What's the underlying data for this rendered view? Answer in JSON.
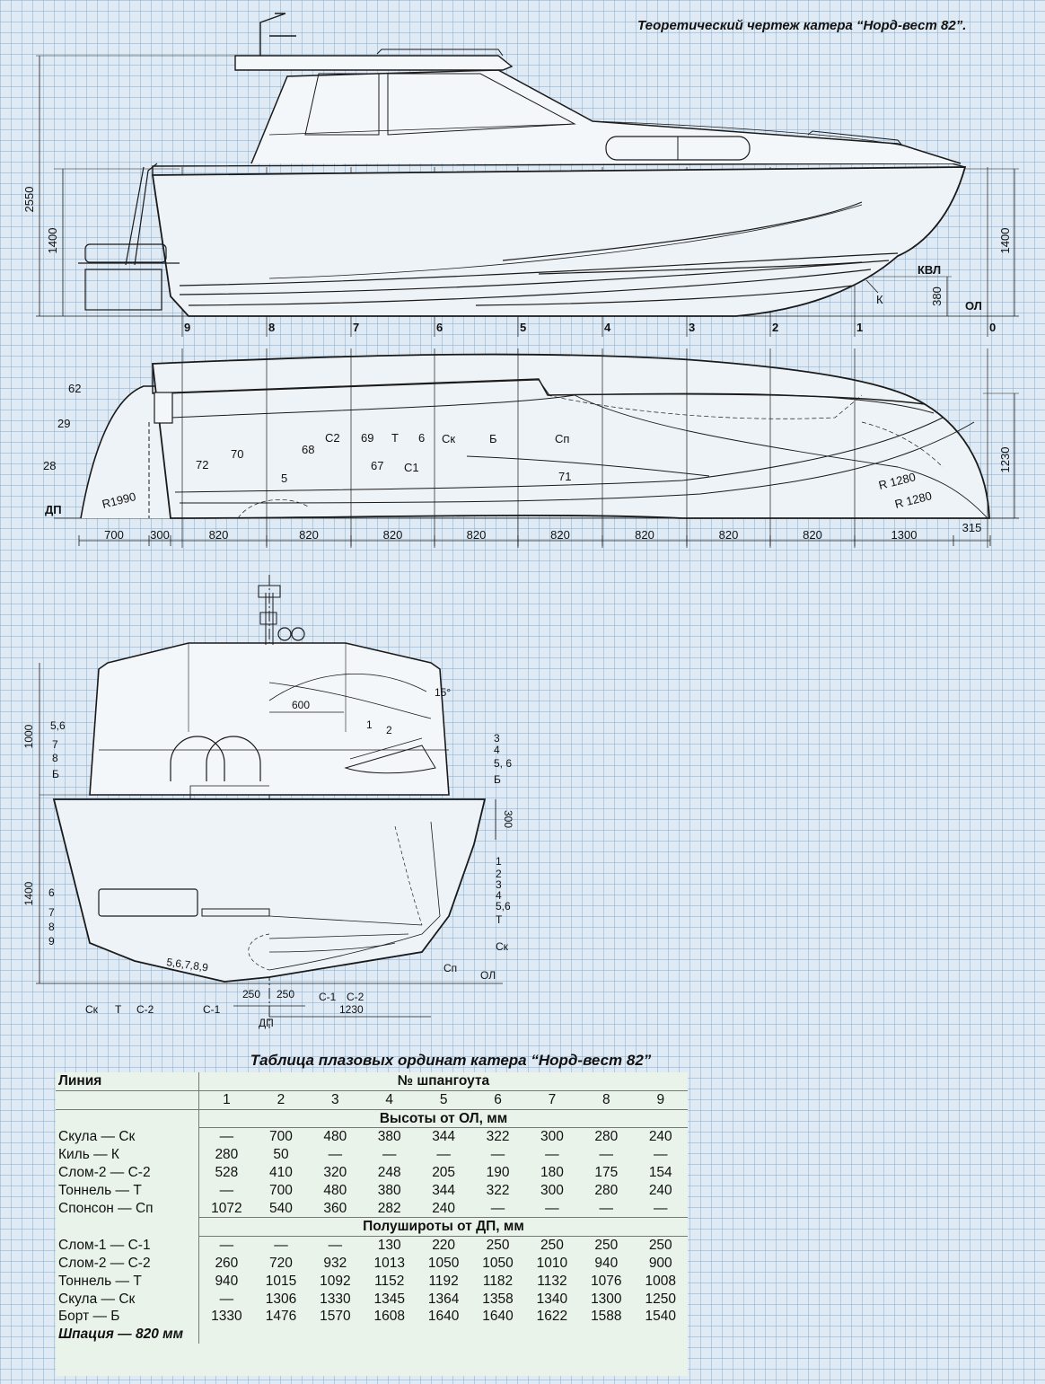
{
  "drawing_title": "Теоретический чертеж катера “Норд-вест 82”.",
  "table_title": "Таблица плазовых ординат катера “Норд-вест 82”",
  "profile": {
    "dims": [
      "2550",
      "1400",
      "1400",
      "380"
    ],
    "labels": [
      "КВЛ",
      "ОЛ",
      "К"
    ],
    "stations": [
      "9",
      "8",
      "7",
      "6",
      "5",
      "4",
      "3",
      "2",
      "1",
      "0"
    ]
  },
  "plan": {
    "labels": [
      "62",
      "29",
      "28",
      "ДП",
      "R1990",
      "72",
      "70",
      "5",
      "68",
      "С2",
      "69",
      "Т",
      "6",
      "Ск",
      "Б",
      "Сп",
      "67",
      "С1",
      "71",
      "R 1280",
      "R 1280"
    ],
    "right_dim": "1230",
    "spacings": [
      "700",
      "300",
      "820",
      "820",
      "820",
      "820",
      "820",
      "820",
      "820",
      "820",
      "1300",
      "315"
    ]
  },
  "section": {
    "labels_left": [
      "5,6",
      "7",
      "8",
      "Б",
      "6",
      "7",
      "8",
      "9"
    ],
    "labels_right_top": [
      "3",
      "4",
      "5, 6",
      "Б"
    ],
    "labels_right_bottom": [
      "1",
      "2",
      "3",
      "4",
      "5,6",
      "Т",
      "Ск",
      "Сп"
    ],
    "inner": [
      "1",
      "2"
    ],
    "dims": [
      "1000",
      "1400",
      "600",
      "300",
      "15°",
      "250",
      "250",
      "1230"
    ],
    "bottom_left": [
      "Ск",
      "Т",
      "С-2",
      "С-1"
    ],
    "bottom_right": [
      "С-1",
      "С-2"
    ],
    "rib_labels": "5,6,7,8,9",
    "ol": "ОЛ",
    "dp": "ДП"
  },
  "table": {
    "col_line": "Линия",
    "col_frames": "№ шпангоута",
    "frames": [
      "1",
      "2",
      "3",
      "4",
      "5",
      "6",
      "7",
      "8",
      "9"
    ],
    "section1": "Высоты от ОЛ, мм",
    "rows1": [
      {
        "label": "Скула — Ск",
        "values": [
          "—",
          "700",
          "480",
          "380",
          "344",
          "322",
          "300",
          "280",
          "240"
        ]
      },
      {
        "label": "Киль — К",
        "values": [
          "280",
          "50",
          "—",
          "—",
          "—",
          "—",
          "—",
          "—",
          "—"
        ]
      },
      {
        "label": "Слом-2 — С-2",
        "values": [
          "528",
          "410",
          "320",
          "248",
          "205",
          "190",
          "180",
          "175",
          "154"
        ]
      },
      {
        "label": "Тоннель — Т",
        "values": [
          "—",
          "700",
          "480",
          "380",
          "344",
          "322",
          "300",
          "280",
          "240"
        ]
      },
      {
        "label": "Спонсон — Сп",
        "values": [
          "1072",
          "540",
          "360",
          "282",
          "240",
          "—",
          "—",
          "—",
          "—"
        ]
      }
    ],
    "section2": "Полуширoты от ДП, мм",
    "rows2": [
      {
        "label": "Слом-1 — С-1",
        "values": [
          "—",
          "—",
          "—",
          "130",
          "220",
          "250",
          "250",
          "250",
          "250"
        ]
      },
      {
        "label": "Слом-2 — С-2",
        "values": [
          "260",
          "720",
          "932",
          "1013",
          "1050",
          "1050",
          "1010",
          "940",
          "900"
        ]
      },
      {
        "label": "Тоннель — Т",
        "values": [
          "940",
          "1015",
          "1092",
          "1152",
          "1192",
          "1182",
          "1132",
          "1076",
          "1008"
        ]
      },
      {
        "label": "Скула — Ск",
        "values": [
          "—",
          "1306",
          "1330",
          "1345",
          "1364",
          "1358",
          "1340",
          "1300",
          "1250"
        ]
      },
      {
        "label": "Борт — Б",
        "values": [
          "1330",
          "1476",
          "1570",
          "1608",
          "1640",
          "1640",
          "1622",
          "1588",
          "1540"
        ]
      }
    ],
    "footer": "Шпация — 820 мм"
  }
}
